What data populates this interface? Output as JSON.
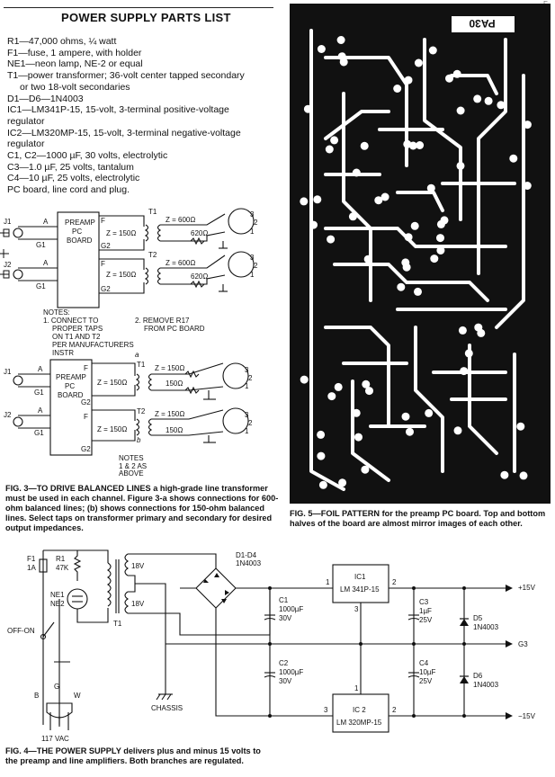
{
  "parts_list": {
    "title": "POWER SUPPLY PARTS LIST",
    "lines": [
      {
        "text": "R1—47,000 ohms, ¼ watt",
        "indent": false
      },
      {
        "text": "F1—fuse, 1 ampere, with holder",
        "indent": false
      },
      {
        "text": "NE1—neon lamp, NE-2 or equal",
        "indent": false
      },
      {
        "text": "T1—power transformer; 36-volt center tapped secondary",
        "indent": false
      },
      {
        "text": "or two 18-volt secondaries",
        "indent": true
      },
      {
        "text": "D1—D6—1N4003",
        "indent": false
      },
      {
        "text": "IC1—LM341P-15, 15-volt, 3-terminal positive-voltage",
        "indent": false
      },
      {
        "text": "regulator",
        "indent": false
      },
      {
        "text": "IC2—LM320MP-15, 15-volt, 3-terminal negative-voltage",
        "indent": false
      },
      {
        "text": "regulator",
        "indent": false
      },
      {
        "text": "C1, C2—1000 µF, 30 volts, electrolytic",
        "indent": false
      },
      {
        "text": "C3—1.0 µF, 25 volts, tantalum",
        "indent": false
      },
      {
        "text": "C4—10 µF, 25 volts, electrolytic",
        "indent": false
      },
      {
        "text": "PC board, line cord and plug.",
        "indent": false
      }
    ]
  },
  "fig3": {
    "a": {
      "jacks": [
        "J1",
        "J2"
      ],
      "pins_top": [
        "A",
        "G1"
      ],
      "pins_bot": [
        "A",
        "G1"
      ],
      "out_pins": [
        "F",
        "G2",
        "F",
        "G2"
      ],
      "board_label": [
        "PREAMP",
        "PC",
        "BOARD"
      ],
      "transformers": [
        "T1",
        "T2"
      ],
      "z_in": "Z = 150Ω",
      "z_out": "Z = 600Ω",
      "res": "620Ω",
      "connector_pins": [
        "3",
        "2",
        "1"
      ],
      "notes": [
        "NOTES:",
        "1. CONNECT TO",
        "PROPER TAPS",
        "ON T1 AND T2",
        "PER MANUFACTURERS",
        "INSTR"
      ],
      "note2": [
        "2. REMOVE R17",
        "FROM PC BOARD"
      ],
      "sublabel": "a"
    },
    "b": {
      "jacks": [
        "J1",
        "J2"
      ],
      "pins": [
        "A",
        "G1",
        "A",
        "G1"
      ],
      "out_pins": [
        "F",
        "G2",
        "F",
        "G2"
      ],
      "board_label": [
        "PREAMP",
        "PC",
        "BOARD"
      ],
      "transformers": [
        "T1",
        "T2"
      ],
      "z_in": "Z = 150Ω",
      "z_out": "Z = 150Ω",
      "res": "150Ω",
      "connector_pins": [
        "3",
        "2",
        "1"
      ],
      "notes": [
        "NOTES",
        "1 & 2 AS",
        "ABOVE"
      ],
      "sublabel": "b"
    },
    "caption_lead": "FIG. 3—TO DRIVE BALANCED LINES",
    "caption_rest": " a high-grade line transformer must be used in each channel. Figure 3-a shows connections for 600-ohm balanced lines; (b) shows connections for 150-ohm balanced lines. Select taps on transformer primary and secondary for desired output impedances."
  },
  "fig5": {
    "board_mark": "PA30",
    "caption_lead": "FIG. 5—FOIL PATTERN",
    "caption_rest": " for the preamp PC board. Top and bottom halves of the board are almost mirror images of each other."
  },
  "fig4": {
    "labels": {
      "f1": "F1",
      "f1_val": "1A",
      "r1": "R1",
      "r1_val": "47K",
      "ne1": "NE1",
      "ne2": "NE2",
      "offon": "OFF-ON",
      "t1": "T1",
      "sec_top": "18V",
      "sec_bot": "18V",
      "bridge": "D1-D4",
      "bridge_part": "1N4003",
      "ic1": "IC1",
      "ic1_part": "LM 341P-15",
      "ic2": "IC 2",
      "ic2_part": "LM 320MP-15",
      "c1": "C1",
      "c1_val": "1000µF",
      "c1_v": "30V",
      "c2": "C2",
      "c2_val": "1000µF",
      "c2_v": "30V",
      "c3": "C3",
      "c3_val": "1µF",
      "c3_v": "25V",
      "c4": "C4",
      "c4_val": "10µF",
      "c4_v": "25V",
      "d5": "D5",
      "d5_part": "1N4003",
      "d6": "D6",
      "d6_part": "1N4003",
      "out_pos": "+15V",
      "out_g": "G3",
      "out_neg": "−15V",
      "chassis": "CHASSIS",
      "plug_b": "B",
      "plug_g": "G",
      "plug_w": "W",
      "vac": "117 VAC",
      "pin1": "1",
      "pin2": "2",
      "pin3": "3",
      "pin1b": "1",
      "pin2b": "2",
      "pin3b": "3"
    },
    "caption_lead": "FIG. 4—THE POWER SUPPLY",
    "caption_rest": " delivers plus and minus 15 volts to the preamp and line amplifiers. Both branches are regulated."
  },
  "corner_mark": "F"
}
